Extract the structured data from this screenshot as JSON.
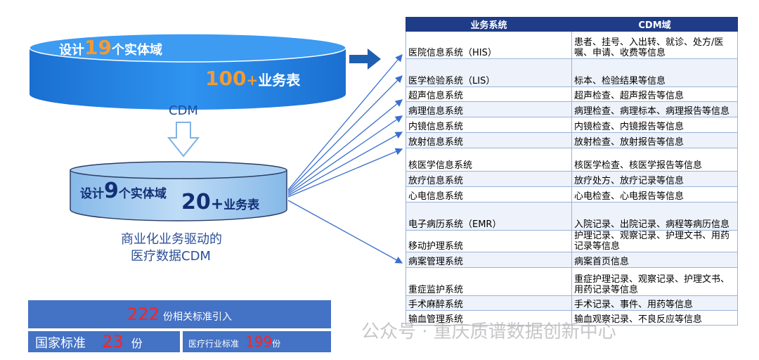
{
  "top_cylinder": {
    "prefix": "设计",
    "entity_count": "19",
    "entity_suffix": "个实体域",
    "table_count": "100",
    "plus": "+",
    "table_suffix": "业务表"
  },
  "cdm_label": "CDM",
  "bottom_cylinder": {
    "prefix": "设计",
    "entity_count": "9",
    "entity_suffix": "个实体域",
    "table_count": "20",
    "plus": "+",
    "table_suffix": "业务表"
  },
  "caption": {
    "line1": "商业化业务驱动的",
    "line2": "医疗数据CDM"
  },
  "standards": {
    "total_count": "222",
    "total_suffix": "份相关标准引入",
    "national_label": "国家标准",
    "national_count": "23",
    "national_suffix": "份",
    "industry_label": "医疗行业标准",
    "industry_count": "199",
    "industry_suffix": "份"
  },
  "table": {
    "headers": [
      "业务系统",
      "CDM域"
    ],
    "rows": [
      {
        "system": "医院信息系统（HIS）",
        "domain": "患者、挂号、入出转、就诊、处方/医嘱、申请、收费等信息"
      },
      {
        "system": "医学检验系统（LIS）",
        "domain": "标本、检验结果等信息"
      },
      {
        "system": "超声信息系统",
        "domain": "超声检查、超声报告等信息"
      },
      {
        "system": "病理信息系统",
        "domain": "病理检查、病理标本、病理报告等信息"
      },
      {
        "system": "内镜信息系统",
        "domain": "内镜检查、内镜报告等信息"
      },
      {
        "system": "放射信息系统",
        "domain": "放射检查、放射报告等信息"
      },
      {
        "system": "核医学信息系统",
        "domain": "核医学检查、核医学报告等信息"
      },
      {
        "system": "放疗信息系统",
        "domain": "放疗处方、放疗记录等信息"
      },
      {
        "system": "心电信息系统",
        "domain": "心电检查、心电报告等信息"
      },
      {
        "system": "电子病历系统（EMR）",
        "domain": "入院记录、出院记录、病程等病历信息"
      },
      {
        "system": "移动护理系统",
        "domain": "护理记录、观察记录、护理文书、用药记录等信息"
      },
      {
        "system": "病案管理系统",
        "domain": "病案首页信息"
      },
      {
        "system": "重症监护系统",
        "domain": "重症护理记录、观察记录、护理文书、用药记录等信息"
      },
      {
        "system": "手术麻醉系统",
        "domain": "手术记录、事件、用药等信息"
      },
      {
        "system": "输血管理系统",
        "domain": "输血观察记录、不良反应等信息"
      }
    ]
  },
  "watermark": "公众号 · 重庆质谱数据创新中心",
  "colors": {
    "top_cylinder": "#1e7fe0",
    "bottom_cylinder": "#9fcbf0",
    "header_bg": "#1f3c88",
    "standards_bg": "#4472c4",
    "orange": "#f29b33",
    "red": "#ff2222"
  }
}
